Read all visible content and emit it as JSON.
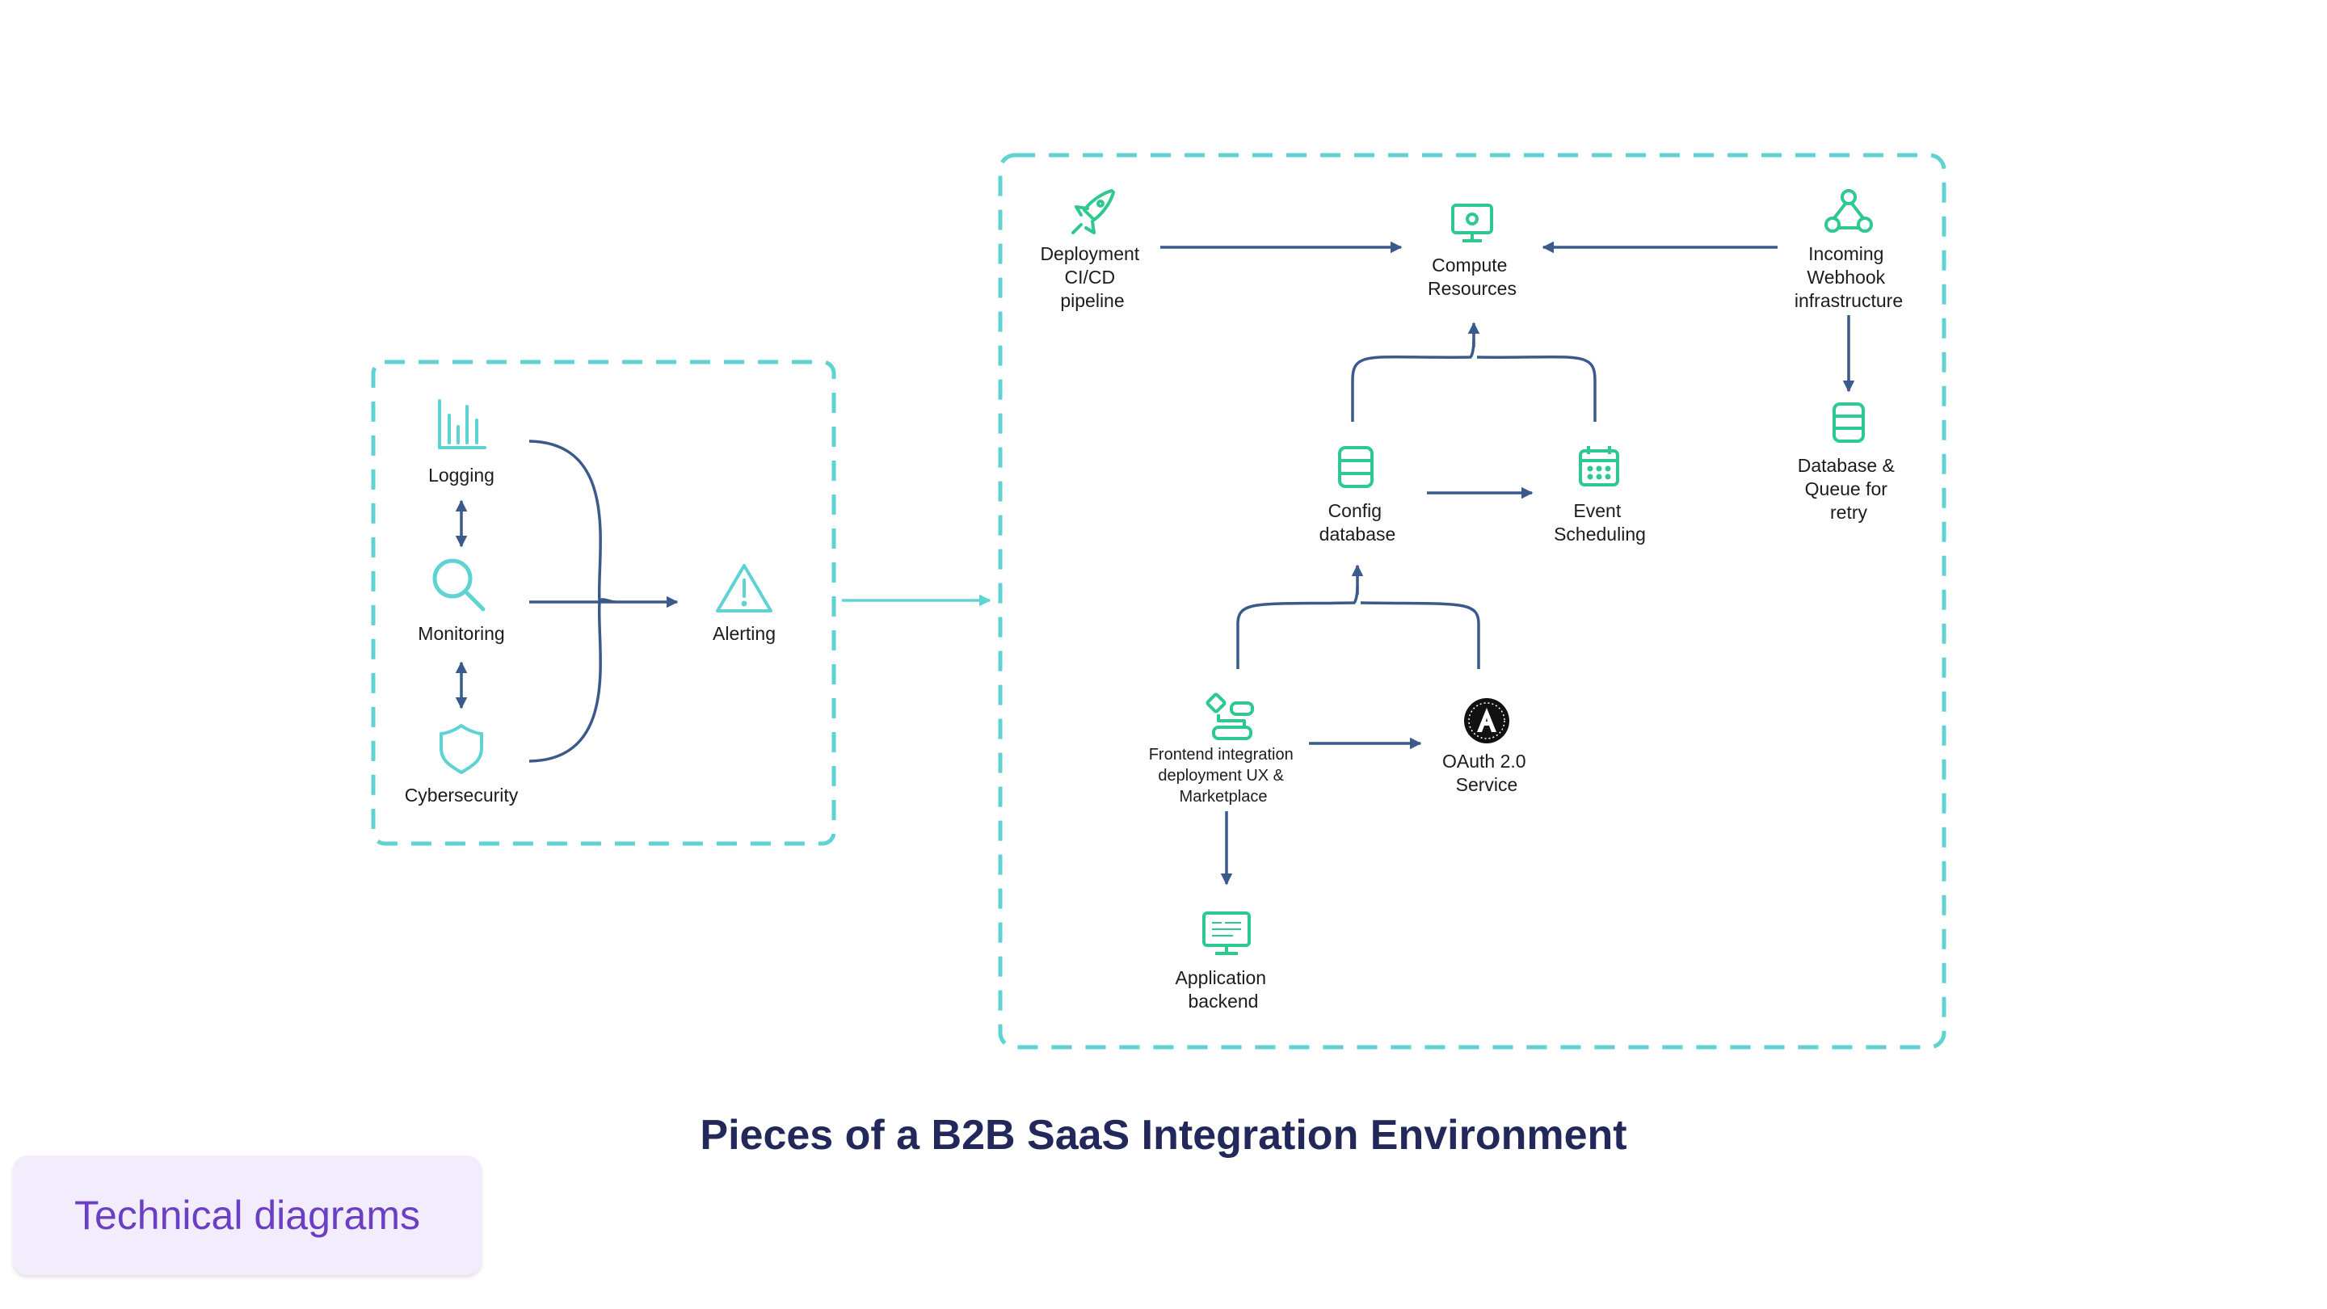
{
  "diagram": {
    "title": "Pieces of a B2B SaaS Integration Environment",
    "badge": "Technical diagrams",
    "colors": {
      "cluster_border": "#5fd3d3",
      "arrow": "#3b5a8c",
      "icon_teal": "#5fd3d3",
      "icon_green": "#2ec98f",
      "title": "#22285a",
      "badge_bg": "#f2ecfd",
      "badge_text": "#6a3fc4"
    },
    "nodes": {
      "logging": {
        "icon": "bar-chart-icon",
        "label": [
          "Logging"
        ]
      },
      "monitoring": {
        "icon": "magnifier-icon",
        "label": [
          "Monitoring"
        ]
      },
      "cybersecurity": {
        "icon": "shield-icon",
        "label": [
          "Cybersecurity"
        ]
      },
      "alerting": {
        "icon": "warning-triangle-icon",
        "label": [
          "Alerting"
        ]
      },
      "deployment": {
        "icon": "rocket-icon",
        "label": [
          "Deployment",
          "CI/CD",
          "pipeline"
        ]
      },
      "compute": {
        "icon": "monitor-gear-icon",
        "label": [
          "Compute",
          "Resources"
        ]
      },
      "webhook": {
        "icon": "webhook-icon",
        "label": [
          "Incoming",
          "Webhook",
          "infrastructure"
        ]
      },
      "config_db": {
        "icon": "database-icon",
        "label": [
          "Config",
          "database"
        ]
      },
      "event_scheduling": {
        "icon": "calendar-icon",
        "label": [
          "Event",
          "Scheduling"
        ]
      },
      "db_queue": {
        "icon": "database-icon",
        "label": [
          "Database &",
          "Queue for",
          "retry"
        ]
      },
      "frontend": {
        "icon": "workflow-icon",
        "label": [
          "Frontend integration",
          "deployment UX &",
          "Marketplace"
        ]
      },
      "oauth": {
        "icon": "oauth-logo-icon",
        "label": [
          "OAuth 2.0",
          "Service"
        ]
      },
      "app_backend": {
        "icon": "code-monitor-icon",
        "label": [
          "Application",
          "backend"
        ]
      }
    },
    "edges": [
      {
        "from": "logging",
        "to": "monitoring",
        "style": "double-arrow"
      },
      {
        "from": "monitoring",
        "to": "cybersecurity",
        "style": "double-arrow"
      },
      {
        "from": "logging",
        "to": "alerting",
        "style": "brace-merge"
      },
      {
        "from": "monitoring",
        "to": "alerting",
        "style": "brace-merge"
      },
      {
        "from": "cybersecurity",
        "to": "alerting",
        "style": "brace-merge"
      },
      {
        "from": "left-cluster",
        "to": "right-cluster",
        "style": "arrow"
      },
      {
        "from": "deployment",
        "to": "compute",
        "style": "arrow"
      },
      {
        "from": "webhook",
        "to": "compute",
        "style": "arrow"
      },
      {
        "from": "webhook",
        "to": "db_queue",
        "style": "arrow"
      },
      {
        "from": "config_db",
        "to": "compute",
        "style": "brace-merge"
      },
      {
        "from": "event_scheduling",
        "to": "compute",
        "style": "brace-merge"
      },
      {
        "from": "config_db",
        "to": "event_scheduling",
        "style": "arrow"
      },
      {
        "from": "frontend",
        "to": "config_db",
        "style": "brace-merge"
      },
      {
        "from": "oauth",
        "to": "config_db",
        "style": "brace-merge"
      },
      {
        "from": "frontend",
        "to": "oauth",
        "style": "arrow"
      },
      {
        "from": "frontend",
        "to": "app_backend",
        "style": "arrow"
      }
    ]
  }
}
